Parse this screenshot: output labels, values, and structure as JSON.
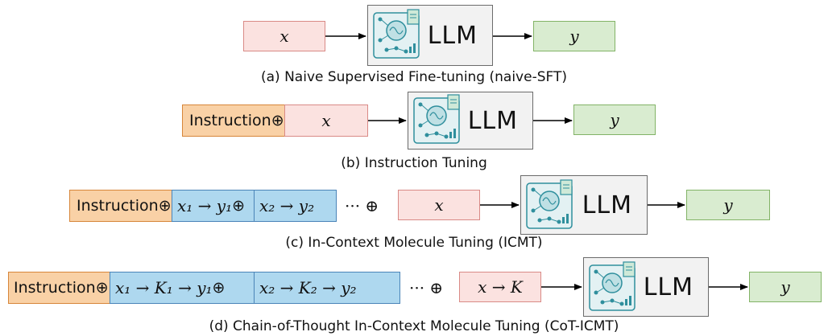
{
  "labels": {
    "x": "x",
    "y": "y",
    "llm": "LLM",
    "instruction": "Instruction",
    "oplus": "⊕",
    "dots_oplus": "··· ⊕",
    "icmt_pair1": "x₁ → y₁",
    "icmt_pair2": "x₂ → y₂",
    "cot_pair1": "x₁ → K₁ → y₁",
    "cot_pair2": "x₂ → K₂ → y₂",
    "x_to_k": "x → K"
  },
  "captions": {
    "a": "(a) Naive Supervised Fine-tuning (naive-SFT)",
    "b": "(b) Instruction Tuning",
    "c": "(c) In-Context Molecule Tuning (ICMT)",
    "d": "(d) Chain-of-Thought In-Context Molecule Tuning (CoT-ICMT)"
  },
  "colors": {
    "input_fill": "#fbe2e0",
    "output_fill": "#d9ecd0",
    "instruction_fill": "#f9d1a6",
    "example_fill": "#aed8ef",
    "llm_fill": "#f2f2f2",
    "icon_teal": "#2f8f9d"
  },
  "icons": [
    "brain-circuit-icon"
  ]
}
